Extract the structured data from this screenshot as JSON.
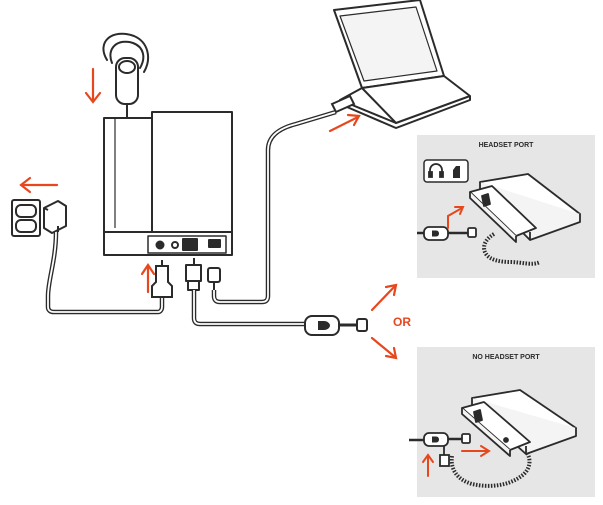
{
  "labels": {
    "or": "OR",
    "headset_port": "HEADSET PORT",
    "no_headset_port": "NO HEADSET PORT"
  },
  "colors": {
    "accent_arrow": "#e8471e",
    "outline": "#2b2b2b",
    "panel_bg": "#e6e6e6",
    "device_fill": "#f4f4f4"
  },
  "icons": {
    "headset_port_icon": "headset-icon",
    "handset_port_icon": "phone-handset-icon"
  }
}
